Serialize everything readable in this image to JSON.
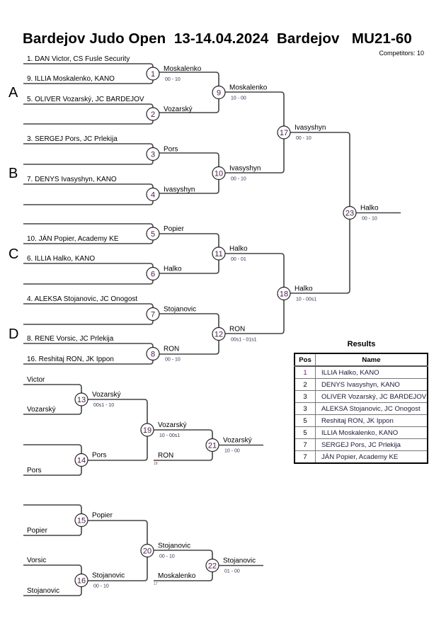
{
  "header": {
    "title": "Bardejov Judo Open  13-14.04.2024  Bardejov   MU21-60",
    "competitors": "Competitors: 10"
  },
  "groups": [
    "A",
    "B",
    "C",
    "D"
  ],
  "matches": [
    {
      "no": "1",
      "winner": "Moskalenko",
      "score": "00 - 10",
      "top": "1. DAN Victor, CS Fusle Security",
      "bottom": "9. ILLIA Moskalenko, KANO"
    },
    {
      "no": "2",
      "winner": "Vozarský",
      "score": "",
      "top": "5. OLIVER Vozarský, JC BARDEJOV",
      "bottom": ""
    },
    {
      "no": "3",
      "winner": "Pors",
      "score": "",
      "top": "3. SERGEJ Pors, JC Prlekija",
      "bottom": ""
    },
    {
      "no": "4",
      "winner": "Ivasyshyn",
      "score": "",
      "top": "7. DENYS Ivasyshyn, KANO",
      "bottom": ""
    },
    {
      "no": "5",
      "winner": "Popier",
      "score": "",
      "top": "",
      "bottom": "10. JÁN Popier, Academy KE"
    },
    {
      "no": "6",
      "winner": "Halko",
      "score": "",
      "top": "6. ILLIA Halko, KANO",
      "bottom": ""
    },
    {
      "no": "7",
      "winner": "Stojanovic",
      "score": "",
      "top": "4. ALEKSA Stojanovic, JC Onogost",
      "bottom": ""
    },
    {
      "no": "8",
      "winner": "RON",
      "score": "00 - 10",
      "top": "8. RENE Vorsic, JC Prlekija",
      "bottom": "16. Reshitaj RON, JK Ippon"
    },
    {
      "no": "9",
      "winner": "Moskalenko",
      "score": "10 - 00"
    },
    {
      "no": "10",
      "winner": "Ivasyshyn",
      "score": "00 - 10"
    },
    {
      "no": "11",
      "winner": "Halko",
      "score": "00 - 01"
    },
    {
      "no": "12",
      "winner": "RON",
      "score": "00s1 - 01s1"
    },
    {
      "no": "17",
      "winner": "Ivasyshyn",
      "score": "00 - 10"
    },
    {
      "no": "18",
      "winner": "Halko",
      "score": "10 - 00s1"
    },
    {
      "no": "23",
      "winner": "Halko",
      "score": "00 - 10"
    },
    {
      "no": "13",
      "winner": "Vozarský",
      "score": "00s1 - 10",
      "top": "Victor",
      "bottom": "Vozarský"
    },
    {
      "no": "14",
      "winner": "Pors",
      "score": "",
      "top": "",
      "bottom": "Pors"
    },
    {
      "no": "19",
      "winner": "Vozarský",
      "score": "10 - 00s1"
    },
    {
      "no": "21",
      "winner": "Vozarský",
      "score": "10 - 00",
      "bottomEntry": "RON",
      "bottomRef": "18"
    },
    {
      "no": "15",
      "winner": "Popier",
      "score": "",
      "top": "",
      "bottom": "Popier"
    },
    {
      "no": "16",
      "winner": "Stojanovic",
      "score": "00 - 10",
      "top": "Vorsic",
      "bottom": "Stojanovic"
    },
    {
      "no": "20",
      "winner": "Stojanovic",
      "score": "00 - 10"
    },
    {
      "no": "22",
      "winner": "Stojanovic",
      "score": "01 - 00",
      "bottomEntry": "Moskalenko",
      "bottomRef": "17"
    }
  ],
  "results": {
    "title": "Results",
    "headers": {
      "pos": "Pos",
      "name": "Name"
    },
    "rows": [
      {
        "pos": "1",
        "name": "ILLIA Halko, KANO"
      },
      {
        "pos": "2",
        "name": "DENYS Ivasyshyn, KANO"
      },
      {
        "pos": "3",
        "name": "OLIVER Vozarský, JC BARDEJOV"
      },
      {
        "pos": "3",
        "name": "ALEKSA Stojanovic, JC Onogost"
      },
      {
        "pos": "5",
        "name": "Reshitaj RON, JK Ippon"
      },
      {
        "pos": "5",
        "name": "ILLIA Moskalenko, KANO"
      },
      {
        "pos": "7",
        "name": "SERGEJ Pors, JC Prlekija"
      },
      {
        "pos": "7",
        "name": "JÁN Popier, Academy KE"
      }
    ]
  },
  "colors": {
    "line": "#444444",
    "text": "#000000",
    "score": "#333355",
    "match_number": "#4a1a4a"
  }
}
